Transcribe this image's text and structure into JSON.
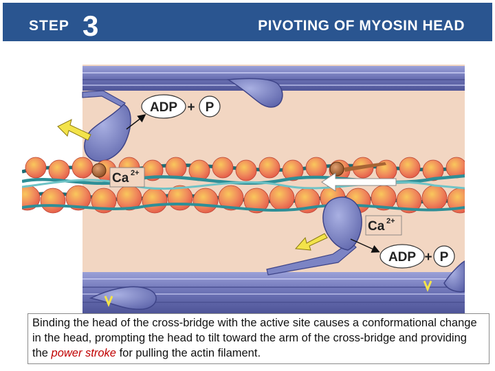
{
  "header": {
    "step_label": "STEP",
    "step_number": "3",
    "title": "PIVOTING OF MYOSIN HEAD"
  },
  "diagram": {
    "labels": {
      "adp_top": "ADP",
      "plus_top": "+",
      "p_top": "P",
      "ca_left": "Ca",
      "ca_left_sup": "2+",
      "ca_right": "Ca",
      "ca_right_sup": "2+",
      "adp_bottom": "ADP",
      "plus_bottom": "+",
      "p_bottom": "P"
    },
    "colors": {
      "background": "#f2d6c2",
      "thick_filament": "#7b80bf",
      "myosin_head": "#7c84c4",
      "actin_bead": "#ef6a5a",
      "actin_bead_highlight": "#f7c05a",
      "strand": "#2e8f97",
      "arrow": "#f3e34a"
    }
  },
  "caption": {
    "part1": "Binding the head of the cross-bridge with the active site causes a conformational change in the head, prompting the head to tilt toward the arm of the cross-bridge and providing the ",
    "emphasis": "power stroke",
    "part2": " for pulling the actin filament."
  }
}
